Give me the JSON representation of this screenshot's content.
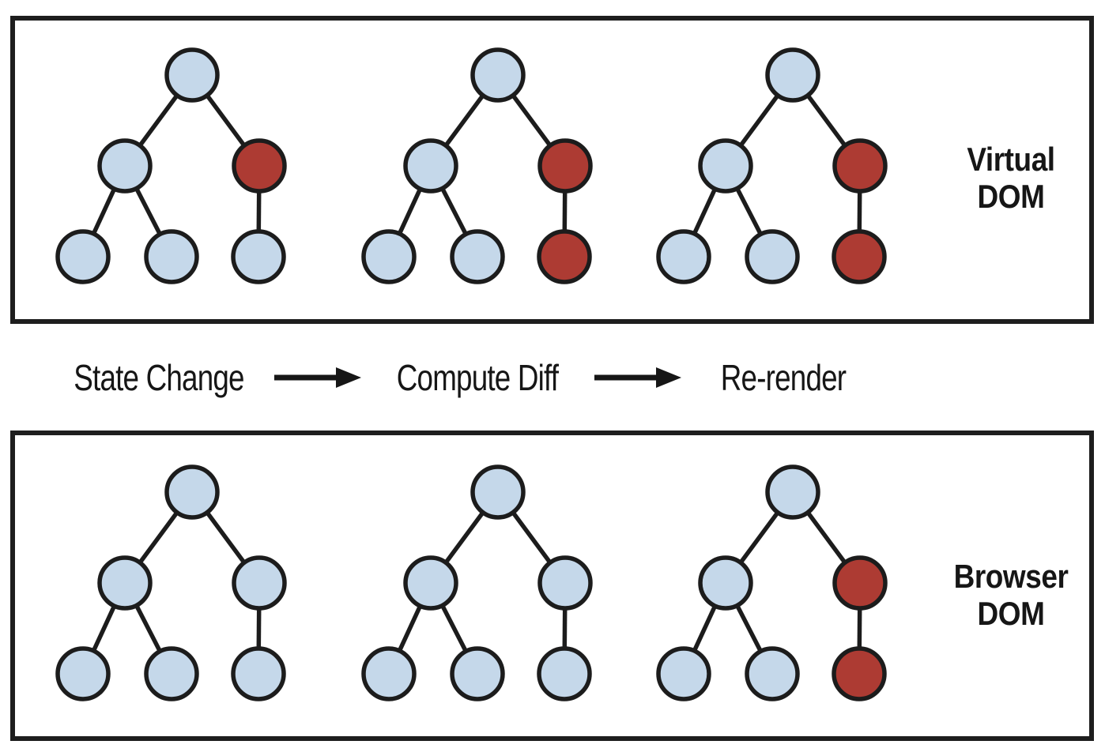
{
  "colors": {
    "node_blue": "#c5d8ea",
    "node_red": "#ad3b33",
    "stroke": "#1c1c1c",
    "background": "#ffffff",
    "box_border": "#1e1e1e"
  },
  "boxes": {
    "virtual": {
      "label_line1": "Virtual",
      "label_line2": "DOM",
      "trees": [
        [
          "blue",
          "blue",
          "red",
          "blue",
          "blue",
          "blue"
        ],
        [
          "blue",
          "blue",
          "red",
          "blue",
          "blue",
          "red"
        ],
        [
          "blue",
          "blue",
          "red",
          "blue",
          "blue",
          "red"
        ]
      ]
    },
    "browser": {
      "label_line1": "Browser",
      "label_line2": "DOM",
      "trees": [
        [
          "blue",
          "blue",
          "blue",
          "blue",
          "blue",
          "blue"
        ],
        [
          "blue",
          "blue",
          "blue",
          "blue",
          "blue",
          "blue"
        ],
        [
          "blue",
          "blue",
          "red",
          "blue",
          "blue",
          "red"
        ]
      ]
    }
  },
  "process": {
    "steps": [
      "State Change",
      "Compute Diff",
      "Re-render"
    ]
  }
}
